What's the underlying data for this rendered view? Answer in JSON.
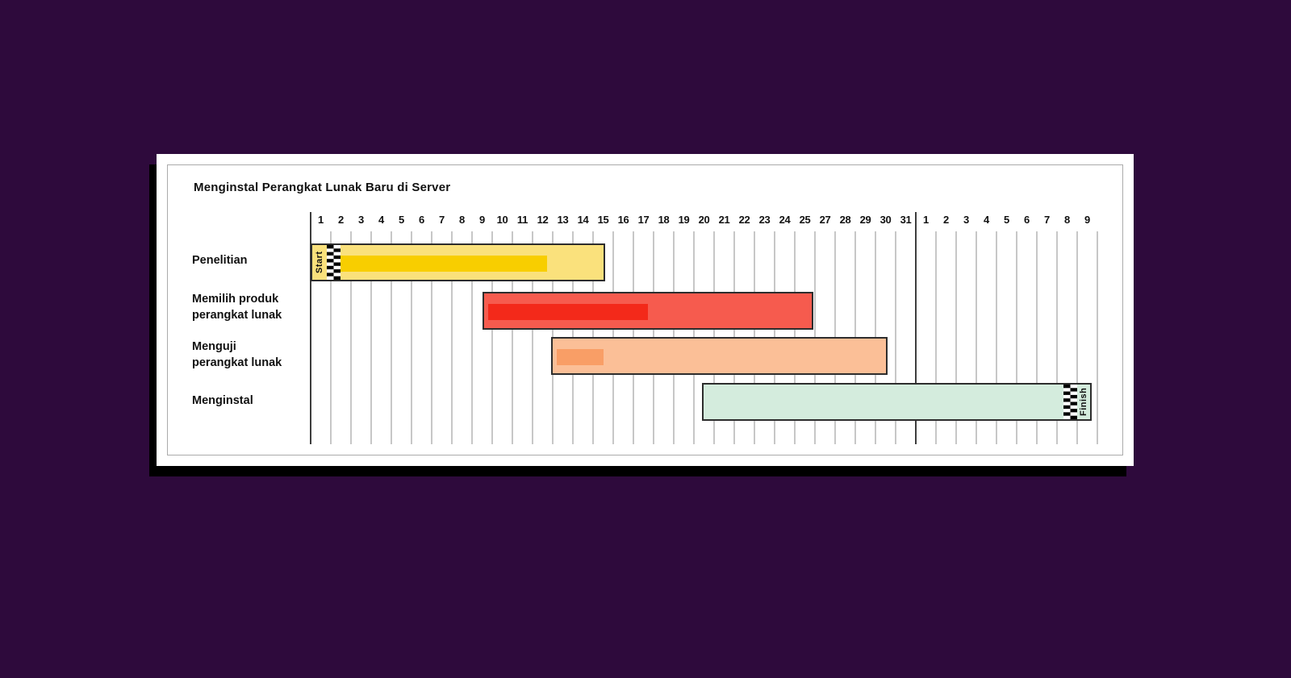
{
  "colors": {
    "page_background": "#2e0a3c",
    "card_background": "#ffffff",
    "card_shadow": "#000000",
    "card_inner_border": "#ababab",
    "grid_line": "#c7c7c7",
    "axis_line": "#3d3d3d",
    "bar_border": "#2d2d2d",
    "text": "#111111",
    "checker_black": "#000000",
    "checker_white": "#ffffff"
  },
  "card": {
    "title": "Menginstal Perangkat Lunak Baru di Server"
  },
  "chart_data": {
    "type": "bar",
    "variant": "gantt",
    "title": "Menginstal Perangkat Lunak Baru di Server",
    "x_axis": {
      "unit": "day of month",
      "month1_tick_labels": [
        "1",
        "2",
        "3",
        "4",
        "5",
        "6",
        "7",
        "8",
        "9",
        "10",
        "11",
        "12",
        "13",
        "14",
        "15",
        "16",
        "17",
        "18",
        "19",
        "20",
        "21",
        "22",
        "23",
        "24",
        "25",
        "27",
        "28",
        "29",
        "30",
        "31"
      ],
      "month2_tick_labels": [
        "1",
        "2",
        "3",
        "4",
        "5",
        "6",
        "7",
        "8",
        "9"
      ],
      "note": "label 26 is skipped on the printed axis",
      "slots_total": 39,
      "month_separator_after_label_index": 30,
      "grid": true
    },
    "milestone_labels": {
      "start": "Start",
      "finish": "Finish"
    },
    "tasks": [
      {
        "label_lines": [
          "Penelitian"
        ],
        "days_approx": "day 1 – day 15 (month 1)",
        "start_slot": 0,
        "end_slot": 14.6,
        "progress_start_slot": 1.4,
        "progress_end_slot": 11.7,
        "bar_color": "#fae17c",
        "progress_color": "#f8ce00",
        "flag": {
          "label": "Start",
          "position": "start"
        }
      },
      {
        "label_lines": [
          "Memilih produk",
          "perangkat lunak"
        ],
        "days_approx": "day 9 – day 26 (month 1)",
        "start_slot": 8.5,
        "end_slot": 24.9,
        "progress_start_slot": 8.8,
        "progress_end_slot": 16.7,
        "bar_color": "#f65b4e",
        "progress_color": "#f3291a"
      },
      {
        "label_lines": [
          "Menguji",
          "perangkat lunak"
        ],
        "days_approx": "day 13 – day 29 (month 1)",
        "start_slot": 11.9,
        "end_slot": 28.6,
        "progress_start_slot": 12.2,
        "progress_end_slot": 14.5,
        "bar_color": "#fbbf97",
        "progress_color": "#f99e66"
      },
      {
        "label_lines": [
          "Menginstal"
        ],
        "days_approx": "day 20 (month 1) – day 9 (month 2)",
        "start_slot": 19.4,
        "end_slot": 38.7,
        "bar_color": "#d4ecdd",
        "flag": {
          "label": "Finish",
          "position": "end"
        }
      }
    ]
  }
}
